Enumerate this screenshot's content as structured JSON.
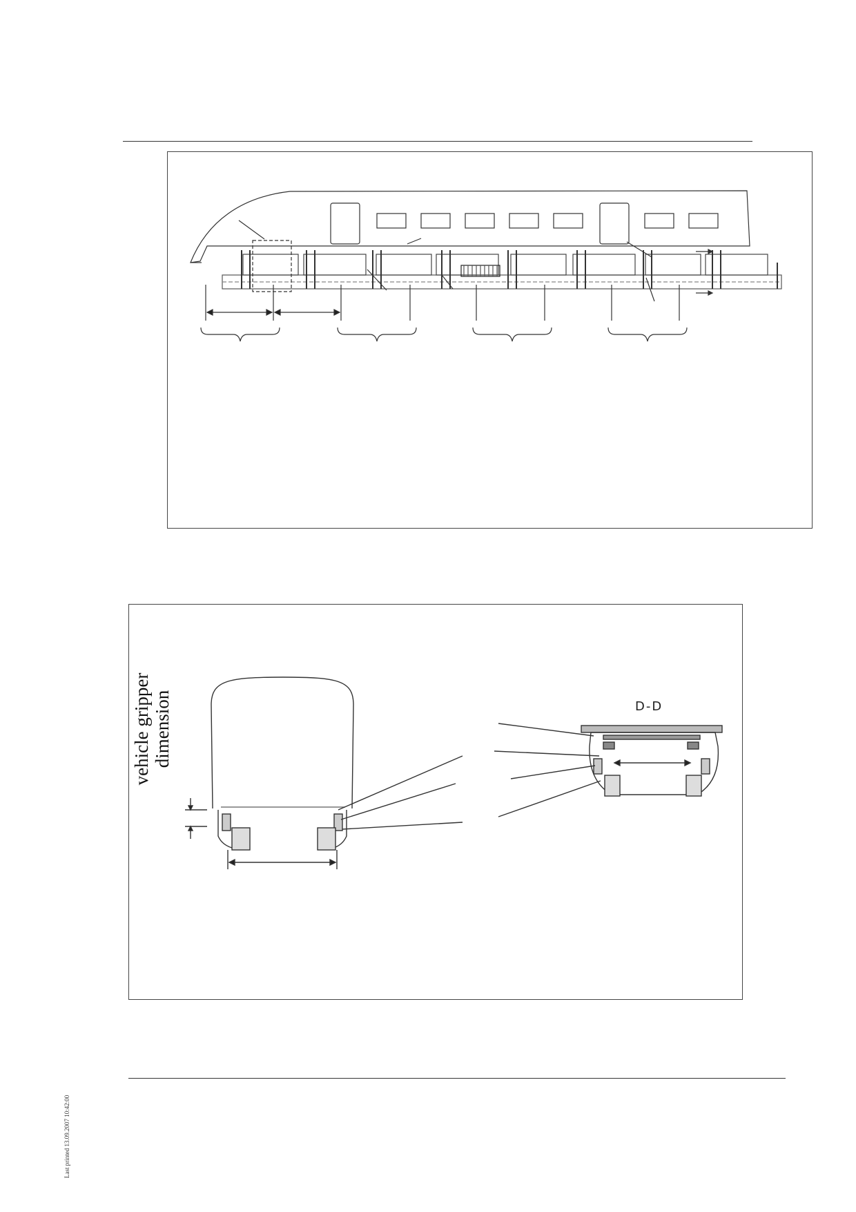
{
  "diagram": {
    "top_figure": {
      "description_visible": false
    },
    "bottom_figure": {
      "vertical_label": "vehicle gripper dimension",
      "section_label": "D-D"
    }
  },
  "footer": {
    "last_printed": "Last printed 13.09.2007 10:42:00"
  }
}
